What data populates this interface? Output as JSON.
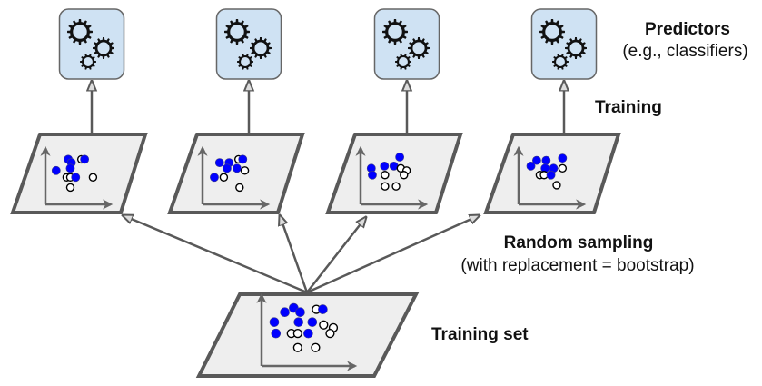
{
  "labels": {
    "predictors_title": "Predictors",
    "predictors_subtitle": "(e.g., classifiers)",
    "training": "Training",
    "random_sampling_title": "Random sampling",
    "random_sampling_subtitle": "(with replacement = bootstrap)",
    "training_set": "Training set"
  },
  "colors": {
    "predictor_fill": "#cfe2f3",
    "predictor_stroke": "#666666",
    "panel_fill": "#eeeeee",
    "panel_stroke": "#595959",
    "arrow": "#595959",
    "axis": "#666666",
    "blue_point": "#0000ff",
    "hollow_point_stroke": "#000000",
    "gear": "#111111"
  },
  "predictors": [
    {
      "name": "predictor-1",
      "icon": "gears-icon"
    },
    {
      "name": "predictor-2",
      "icon": "gears-icon"
    },
    {
      "name": "predictor-3",
      "icon": "gears-icon"
    },
    {
      "name": "predictor-4",
      "icon": "gears-icon"
    }
  ],
  "bootstrap_samples": [
    {
      "name": "sample-1",
      "points": [
        {
          "x": 0.1,
          "y": 0.6,
          "cls": "blue"
        },
        {
          "x": 0.33,
          "y": 0.8,
          "cls": "blue"
        },
        {
          "x": 0.39,
          "y": 0.74,
          "cls": "blue"
        },
        {
          "x": 0.37,
          "y": 0.64,
          "cls": "blue"
        },
        {
          "x": 0.58,
          "y": 0.8,
          "cls": "hollow"
        },
        {
          "x": 0.64,
          "y": 0.8,
          "cls": "blue"
        },
        {
          "x": 0.3,
          "y": 0.48,
          "cls": "hollow"
        },
        {
          "x": 0.37,
          "y": 0.48,
          "cls": "hollow"
        },
        {
          "x": 0.47,
          "y": 0.48,
          "cls": "blue"
        },
        {
          "x": 0.8,
          "y": 0.48,
          "cls": "hollow"
        },
        {
          "x": 0.37,
          "y": 0.3,
          "cls": "hollow"
        }
      ]
    },
    {
      "name": "sample-2",
      "points": [
        {
          "x": 0.22,
          "y": 0.74,
          "cls": "blue"
        },
        {
          "x": 0.4,
          "y": 0.74,
          "cls": "blue"
        },
        {
          "x": 0.36,
          "y": 0.64,
          "cls": "blue"
        },
        {
          "x": 0.55,
          "y": 0.64,
          "cls": "blue"
        },
        {
          "x": 0.58,
          "y": 0.8,
          "cls": "hollow"
        },
        {
          "x": 0.66,
          "y": 0.8,
          "cls": "blue"
        },
        {
          "x": 0.7,
          "y": 0.6,
          "cls": "hollow"
        },
        {
          "x": 0.12,
          "y": 0.48,
          "cls": "blue"
        },
        {
          "x": 0.3,
          "y": 0.48,
          "cls": "hollow"
        },
        {
          "x": 0.6,
          "y": 0.3,
          "cls": "hollow"
        }
      ]
    },
    {
      "name": "sample-3",
      "points": [
        {
          "x": 0.1,
          "y": 0.64,
          "cls": "blue"
        },
        {
          "x": 0.12,
          "y": 0.52,
          "cls": "blue"
        },
        {
          "x": 0.35,
          "y": 0.68,
          "cls": "blue"
        },
        {
          "x": 0.53,
          "y": 0.68,
          "cls": "blue"
        },
        {
          "x": 0.64,
          "y": 0.84,
          "cls": "blue"
        },
        {
          "x": 0.66,
          "y": 0.64,
          "cls": "hollow"
        },
        {
          "x": 0.77,
          "y": 0.6,
          "cls": "hollow"
        },
        {
          "x": 0.72,
          "y": 0.52,
          "cls": "hollow"
        },
        {
          "x": 0.36,
          "y": 0.52,
          "cls": "hollow"
        },
        {
          "x": 0.36,
          "y": 0.32,
          "cls": "hollow"
        },
        {
          "x": 0.57,
          "y": 0.32,
          "cls": "hollow"
        }
      ]
    },
    {
      "name": "sample-4",
      "points": [
        {
          "x": 0.13,
          "y": 0.68,
          "cls": "blue"
        },
        {
          "x": 0.24,
          "y": 0.78,
          "cls": "blue"
        },
        {
          "x": 0.42,
          "y": 0.78,
          "cls": "blue"
        },
        {
          "x": 0.4,
          "y": 0.64,
          "cls": "blue"
        },
        {
          "x": 0.56,
          "y": 0.64,
          "cls": "blue"
        },
        {
          "x": 0.73,
          "y": 0.82,
          "cls": "blue"
        },
        {
          "x": 0.73,
          "y": 0.64,
          "cls": "hollow"
        },
        {
          "x": 0.3,
          "y": 0.52,
          "cls": "hollow"
        },
        {
          "x": 0.38,
          "y": 0.52,
          "cls": "hollow"
        },
        {
          "x": 0.51,
          "y": 0.52,
          "cls": "blue"
        },
        {
          "x": 0.62,
          "y": 0.34,
          "cls": "hollow"
        }
      ]
    }
  ],
  "training_set": {
    "name": "training-set",
    "points": [
      {
        "x": 0.09,
        "y": 0.62,
        "cls": "blue"
      },
      {
        "x": 0.11,
        "y": 0.46,
        "cls": "blue"
      },
      {
        "x": 0.22,
        "y": 0.76,
        "cls": "blue"
      },
      {
        "x": 0.33,
        "y": 0.82,
        "cls": "blue"
      },
      {
        "x": 0.41,
        "y": 0.76,
        "cls": "blue"
      },
      {
        "x": 0.39,
        "y": 0.62,
        "cls": "blue"
      },
      {
        "x": 0.56,
        "y": 0.62,
        "cls": "blue"
      },
      {
        "x": 0.61,
        "y": 0.8,
        "cls": "hollow"
      },
      {
        "x": 0.69,
        "y": 0.8,
        "cls": "blue"
      },
      {
        "x": 0.7,
        "y": 0.58,
        "cls": "hollow"
      },
      {
        "x": 0.82,
        "y": 0.54,
        "cls": "hollow"
      },
      {
        "x": 0.78,
        "y": 0.46,
        "cls": "hollow"
      },
      {
        "x": 0.3,
        "y": 0.46,
        "cls": "hollow"
      },
      {
        "x": 0.38,
        "y": 0.46,
        "cls": "hollow"
      },
      {
        "x": 0.51,
        "y": 0.46,
        "cls": "blue"
      },
      {
        "x": 0.38,
        "y": 0.26,
        "cls": "hollow"
      },
      {
        "x": 0.6,
        "y": 0.26,
        "cls": "hollow"
      }
    ]
  }
}
